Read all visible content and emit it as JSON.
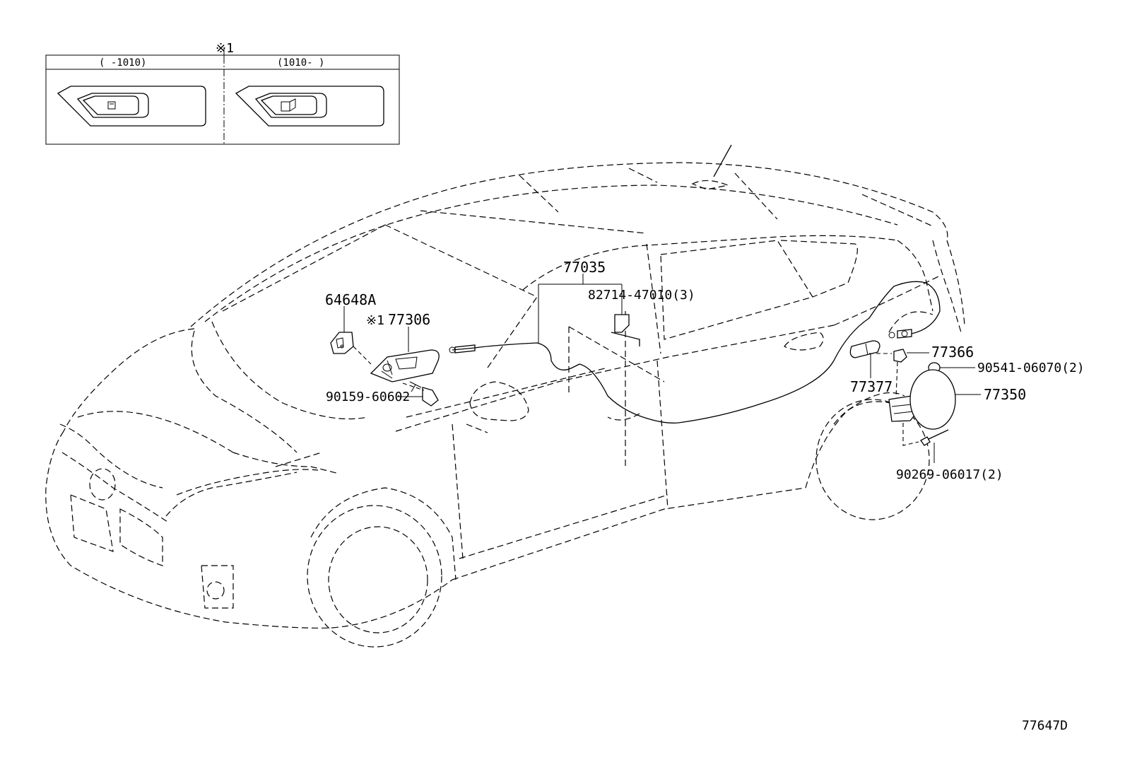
{
  "inset": {
    "note_mark": "※1",
    "left_range": "(    -1010)",
    "right_range": "(1010-    )"
  },
  "callouts": {
    "p77035": "77035",
    "p82714": "82714-47010(3)",
    "p64648a": "64648A",
    "p77306_mark": "※1",
    "p77306": "77306",
    "p90159": "90159-60602",
    "p77366": "77366",
    "p90541": "90541-06070(2)",
    "p77377": "77377",
    "p77350": "77350",
    "p90269": "90269-06017(2)"
  },
  "figure_code": "77647D"
}
